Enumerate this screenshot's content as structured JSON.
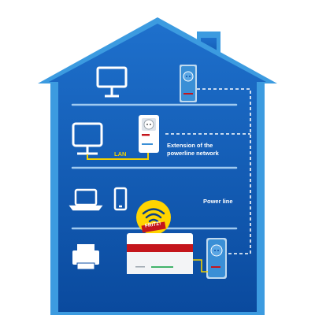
{
  "labels": {
    "lan": "LAN",
    "extension_line1": "Extension of the",
    "extension_line2": "powerline network",
    "power_line": "Power line",
    "fritz_badge": "FRITZ!"
  },
  "icons": [
    "monitor-icon",
    "tv-icon",
    "laptop-icon",
    "smartphone-icon",
    "printer-icon",
    "wifi-icon",
    "router",
    "powerline-adapter"
  ],
  "colors": {
    "house_outline": "#3c9be0",
    "house_fill": "#1966c4",
    "house_inner": "#0b4ea6",
    "floor_line": "#9fcaf0",
    "lan_cable": "#f2d100",
    "wifi_badge": "#ffd400",
    "router_red": "#c4161c",
    "adapter_blue": "#3a8fd6"
  }
}
